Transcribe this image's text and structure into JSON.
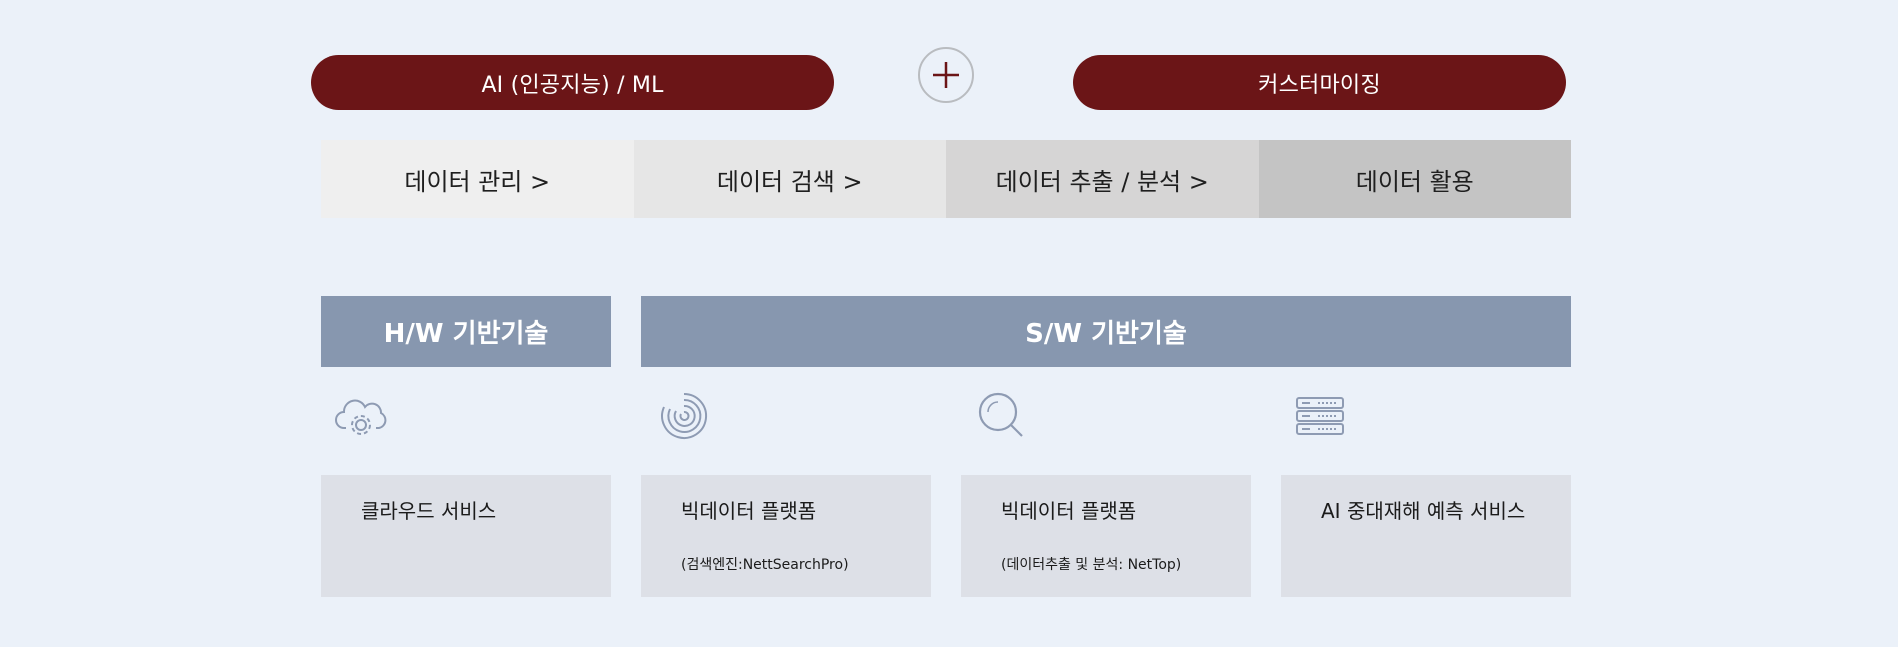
{
  "top": {
    "ai_ml_label": "AI (인공지능) / ML",
    "customizing_label": "커스터마이징",
    "plus_icon": "plus-circle-icon"
  },
  "steps": [
    "데이터 관리 >",
    "데이터 검색 >",
    "데이터 추출 / 분석 >",
    "데이터 활용"
  ],
  "bands": {
    "hw": "H/W 기반기술",
    "sw": "S/W 기반기술"
  },
  "cards": [
    {
      "icon": "cloud-gear-icon",
      "title": "클라우드 서비스",
      "subtitle": ""
    },
    {
      "icon": "radial-arc-icon",
      "title": "빅데이터 플랫폼",
      "subtitle": "(검색엔진:NettSearchPro)"
    },
    {
      "icon": "search-icon",
      "title": "빅데이터 플랫폼",
      "subtitle": "(데이터추출 및 분석: NetTop)"
    },
    {
      "icon": "server-rack-icon",
      "title": "AI 중대재해 예측 서비스",
      "subtitle": ""
    }
  ],
  "colors": {
    "background": "#ebf1f9",
    "pill": "#6b1517",
    "band": "#8797af",
    "card": "#dde0e7",
    "icon": "#8e9bb3"
  }
}
